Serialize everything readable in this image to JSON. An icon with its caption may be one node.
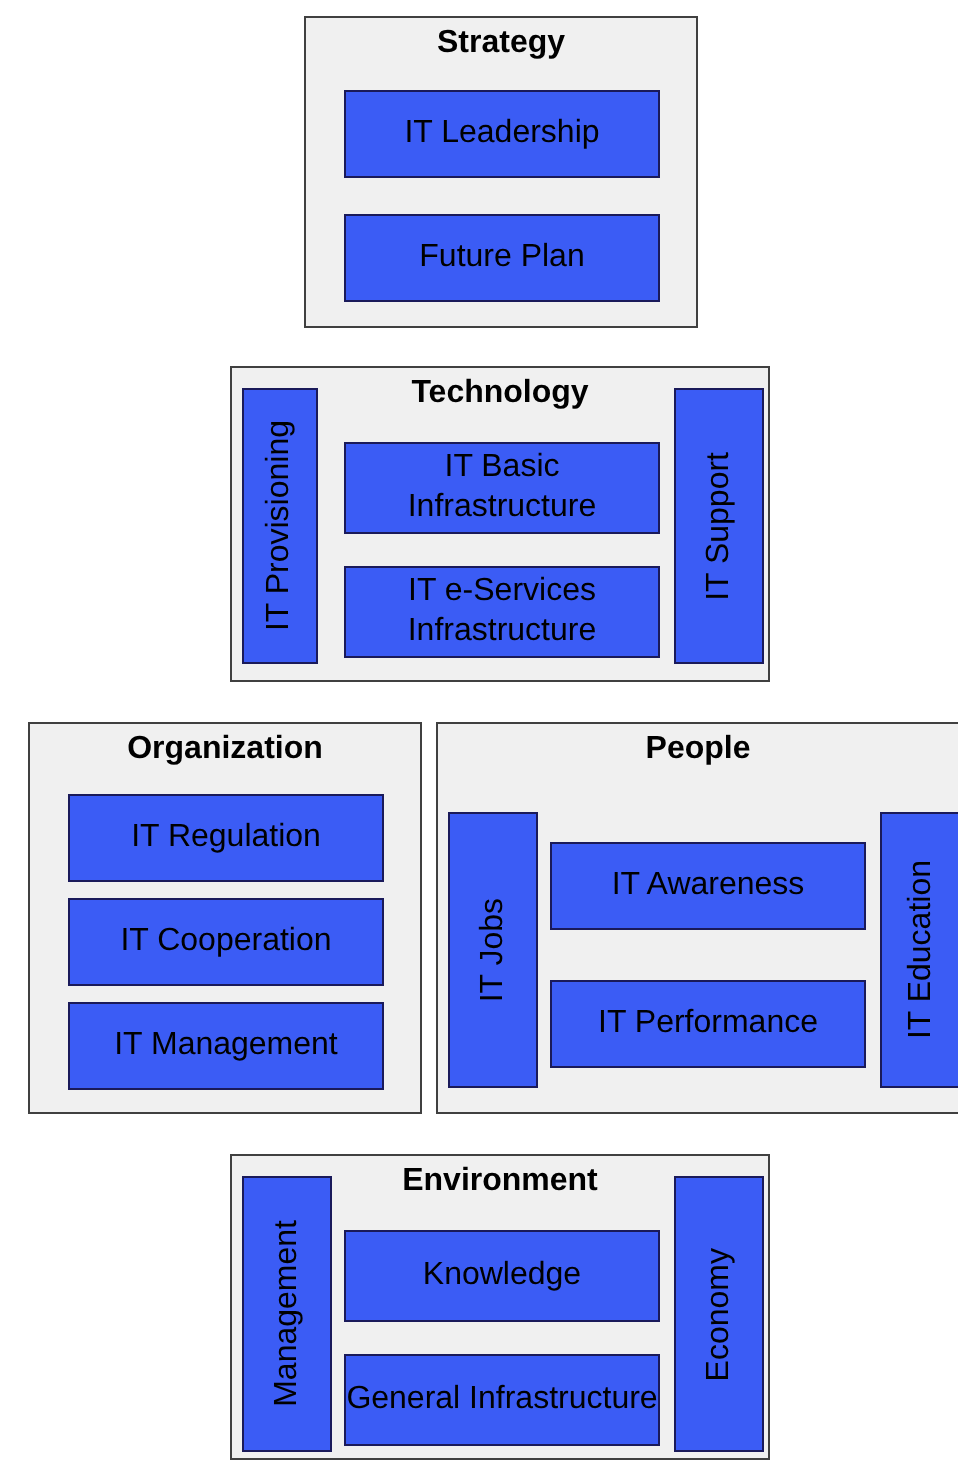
{
  "diagram": {
    "nodes": [
      {
        "text": [
          "Strategy"
        ]
      },
      {
        "text": [
          "IT Leadership"
        ],
        "in": 0
      },
      {
        "text": [
          "Future Plan"
        ],
        "in": 0
      },
      {
        "text": [
          "Technology"
        ]
      },
      {
        "text": [
          "IT Provisioning"
        ],
        "in": 3
      },
      {
        "text": [
          "IT Basic Infrastructure"
        ],
        "in": 3
      },
      {
        "text": [
          "IT e-Services Infrastructure"
        ],
        "in": 3
      },
      {
        "text": [
          "IT Support"
        ],
        "in": 3
      },
      {
        "text": [
          "Organization"
        ]
      },
      {
        "text": [
          "IT Regulation"
        ],
        "in": 8
      },
      {
        "text": [
          "IT Cooperation"
        ],
        "in": 8
      },
      {
        "text": [
          "IT Management"
        ],
        "in": 8
      },
      {
        "text": [
          "People"
        ]
      },
      {
        "text": [
          "IT Jobs"
        ],
        "in": 12
      },
      {
        "text": [
          "IT Awareness"
        ],
        "in": 12
      },
      {
        "text": [
          "IT Performance"
        ],
        "in": 12
      },
      {
        "text": [
          "IT Education"
        ],
        "in": 12
      },
      {
        "text": [
          "Environment"
        ]
      },
      {
        "text": [
          "Management"
        ],
        "in": 17
      },
      {
        "text": [
          "Knowledge"
        ],
        "in": 17
      },
      {
        "text": [
          "General Infrastructure"
        ],
        "in": 17
      },
      {
        "text": [
          "Economy"
        ],
        "in": 17
      }
    ]
  }
}
